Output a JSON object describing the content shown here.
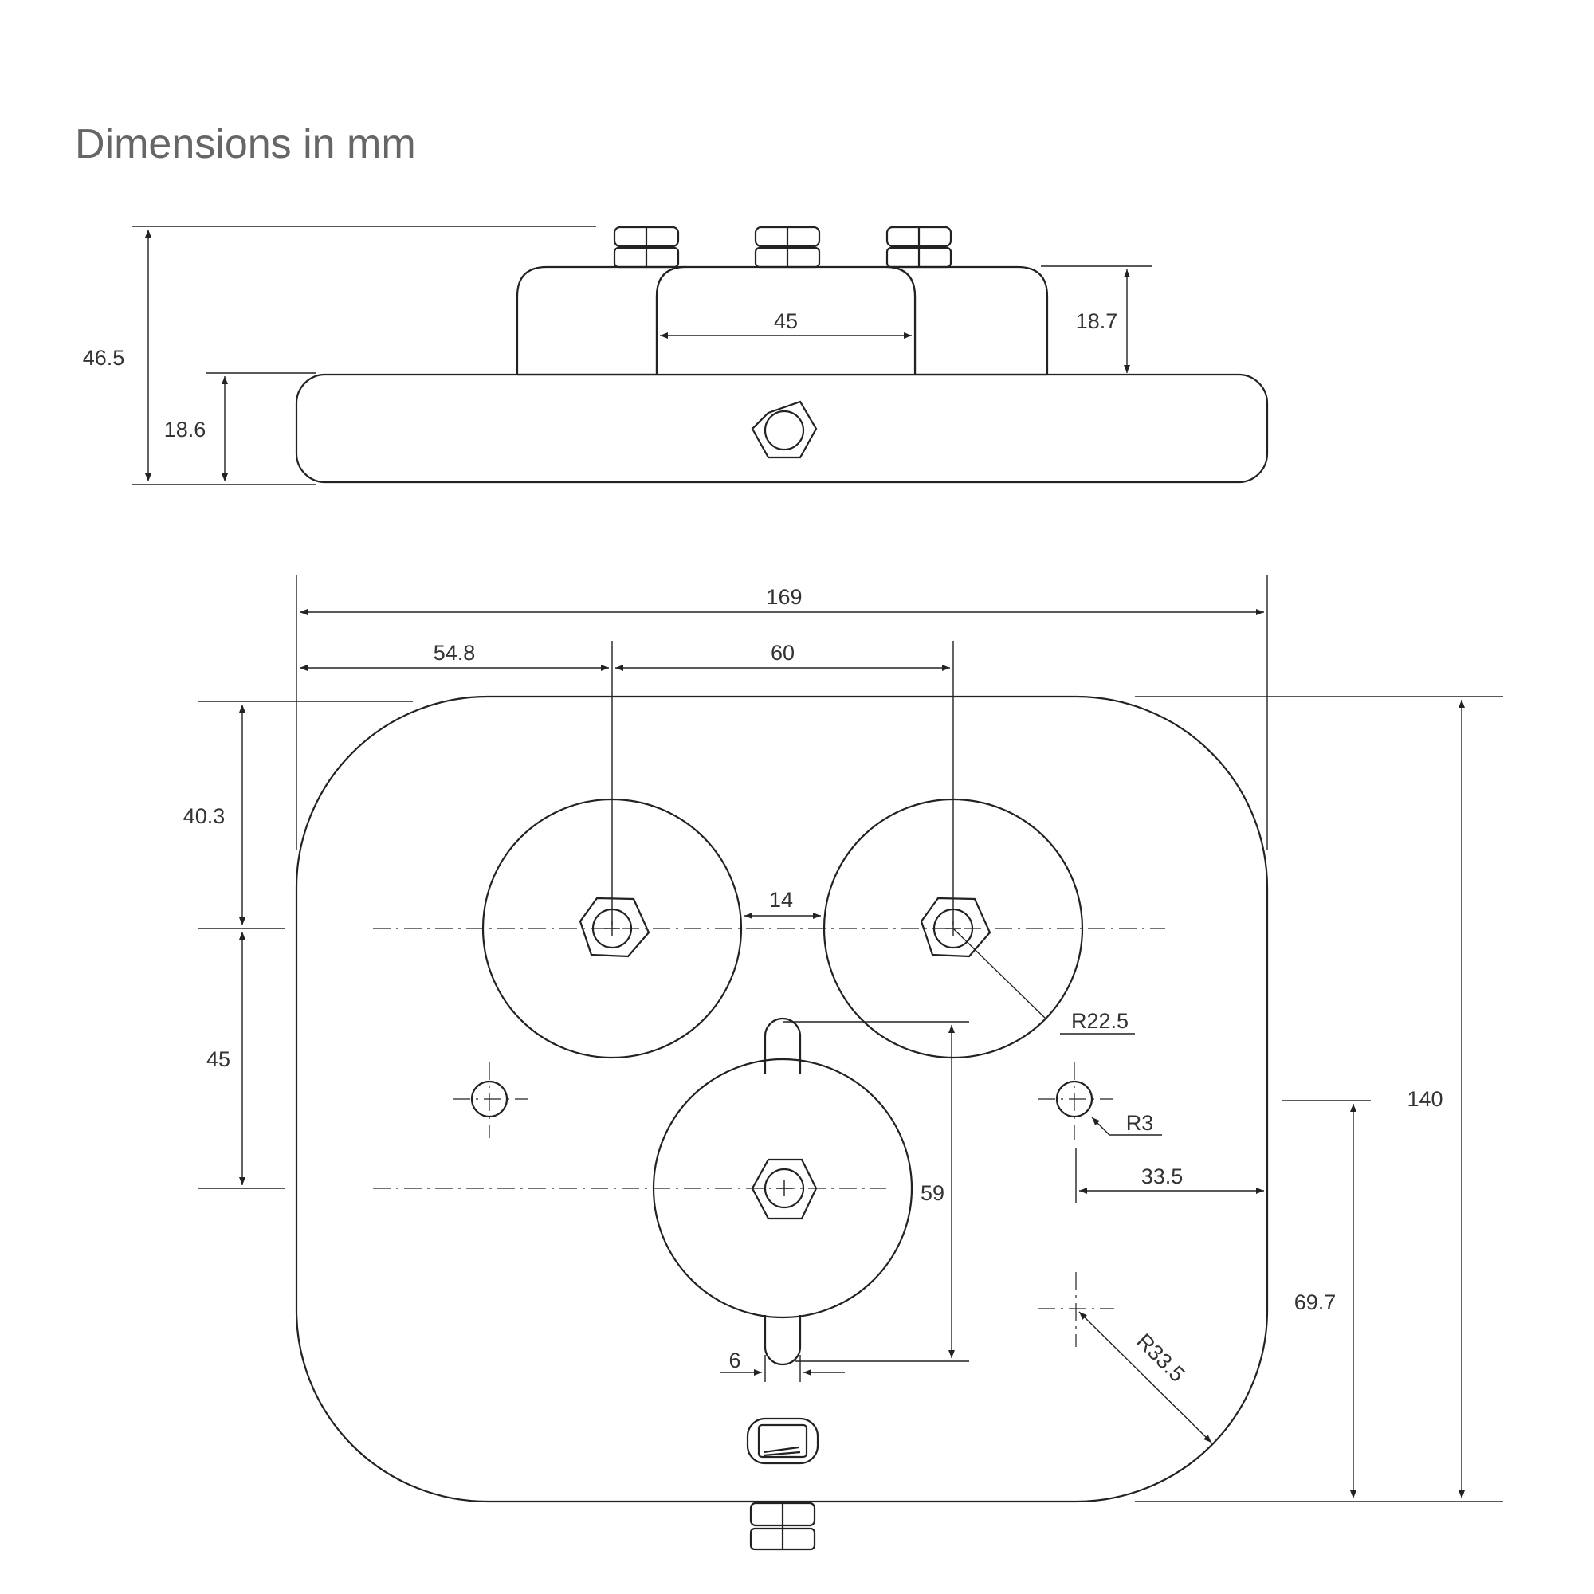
{
  "title": "Dimensions in mm",
  "colors": {
    "line": "#222222",
    "title": "#666666",
    "text": "#333333",
    "background": "#ffffff"
  },
  "side_view": {
    "total_height": "46.5",
    "base_height": "18.6",
    "housing_height": "18.7",
    "center_housing_width": "45"
  },
  "top_view": {
    "overall_width": "169",
    "left_to_first_axis": "54.8",
    "axis_spacing": "60",
    "gap_between_circles": "14",
    "top_to_upper_axis": "40.3",
    "upper_to_lower_axis": "45",
    "circle_radius": "R22.5",
    "hole_radius": "R3",
    "hole_to_right_edge": "33.5",
    "slot_span": "59",
    "slot_width": "6",
    "overall_height": "140",
    "hole_height_from_bottom": "69.7",
    "corner_radius": "R33.5"
  }
}
